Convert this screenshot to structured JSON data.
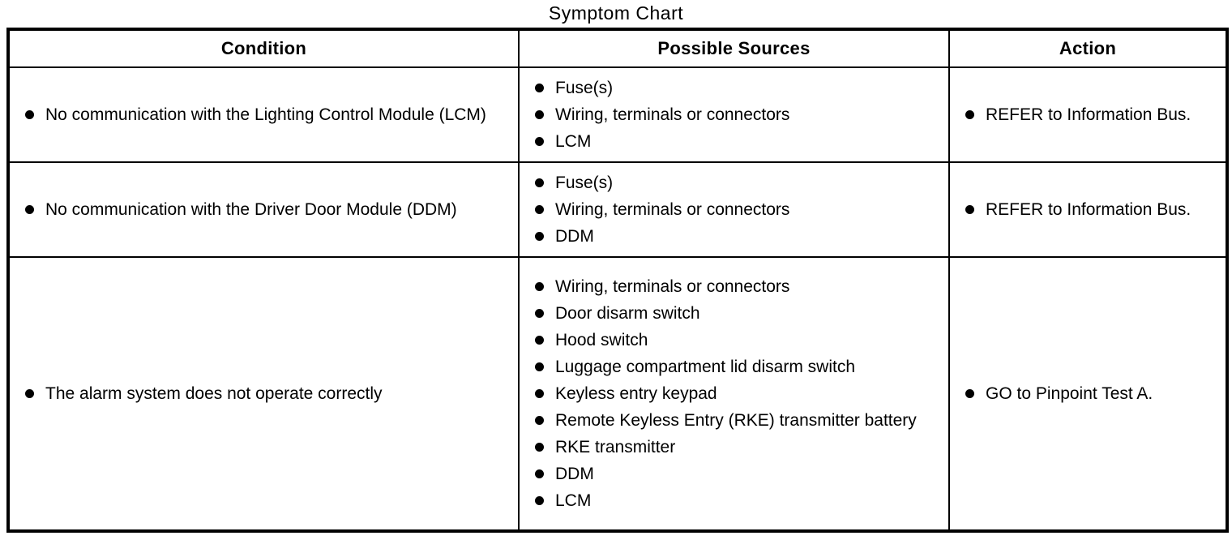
{
  "title": "Symptom Chart",
  "colors": {
    "text": "#000000",
    "background": "#ffffff",
    "border": "#000000"
  },
  "table": {
    "headers": {
      "condition": "Condition",
      "possible_sources": "Possible Sources",
      "action": "Action"
    },
    "rows": [
      {
        "condition": [
          "No communication with the Lighting Control Module (LCM)"
        ],
        "possible_sources": [
          "Fuse(s)",
          "Wiring, terminals or connectors",
          "LCM"
        ],
        "action": [
          "REFER to Information Bus."
        ]
      },
      {
        "condition": [
          "No communication with the Driver Door Module (DDM)"
        ],
        "possible_sources": [
          "Fuse(s)",
          "Wiring, terminals or connectors",
          "DDM"
        ],
        "action": [
          "REFER to Information Bus."
        ]
      },
      {
        "condition": [
          "The alarm system does not operate correctly"
        ],
        "possible_sources": [
          "Wiring, terminals or connectors",
          "Door disarm switch",
          "Hood switch",
          "Luggage compartment lid disarm switch",
          "Keyless entry keypad",
          "Remote Keyless Entry (RKE) transmitter battery",
          "RKE transmitter",
          "DDM",
          "LCM"
        ],
        "action": [
          "GO to Pinpoint Test A."
        ]
      }
    ]
  }
}
